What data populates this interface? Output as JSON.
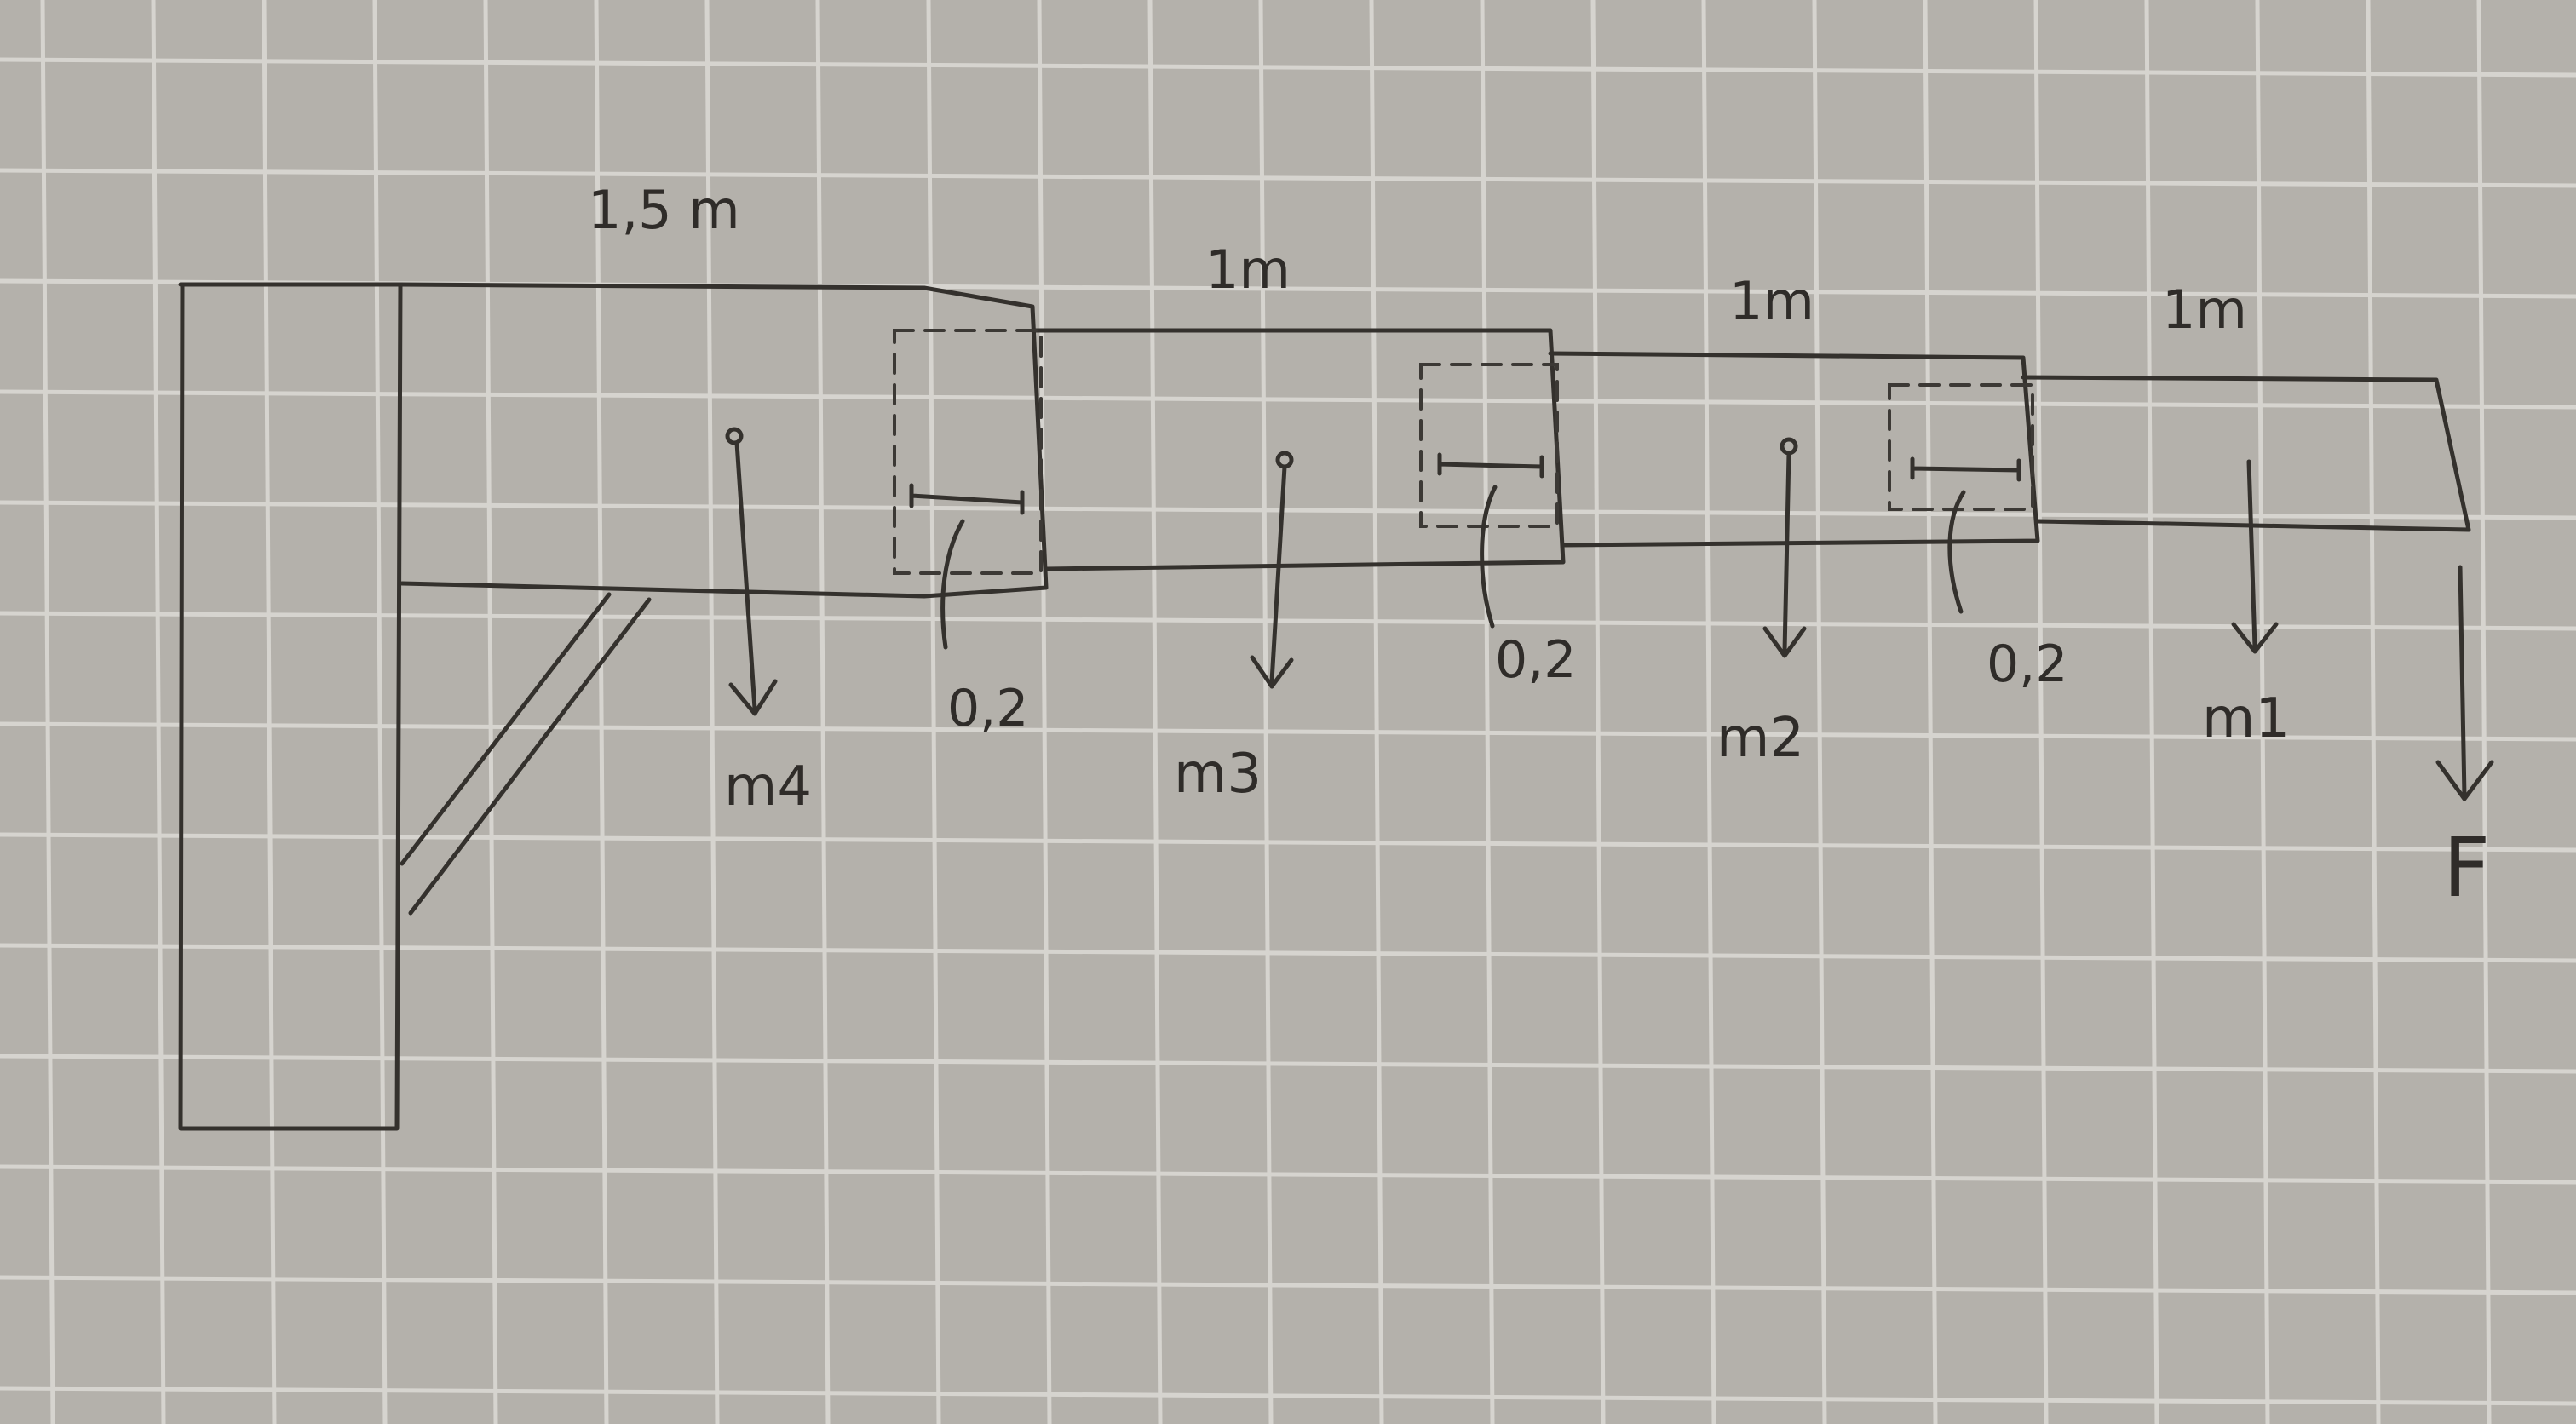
{
  "colors": {
    "paper": "#b4b1ab",
    "grid": "#d6d4cf",
    "ink": "#34312d"
  },
  "labels": {
    "segment_lengths": [
      "1,5 m",
      "1m",
      "1m",
      "1m"
    ],
    "overlaps": [
      "0,2",
      "0,2",
      "0,2"
    ],
    "masses": [
      "m4",
      "m3",
      "m2",
      "m1"
    ],
    "force": "F"
  }
}
